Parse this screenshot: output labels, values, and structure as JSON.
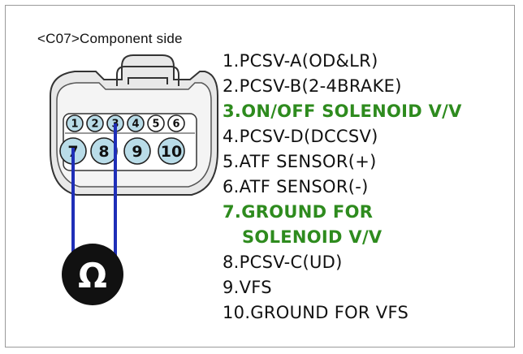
{
  "caption": "<C07>Component side",
  "pins": [
    {
      "number": "1",
      "label": "1.PCSV-A(OD&LR)",
      "highlight": false,
      "fill": "#b9dce8"
    },
    {
      "number": "2",
      "label": "2.PCSV-B(2-4BRAKE)",
      "highlight": false,
      "fill": "#b9dce8"
    },
    {
      "number": "3",
      "label": "3.ON/OFF SOLENOID V/V",
      "highlight": true,
      "fill": "#b9dce8"
    },
    {
      "number": "4",
      "label": "4.PCSV-D(DCCSV)",
      "highlight": false,
      "fill": "#b9dce8"
    },
    {
      "number": "5",
      "label": "5.ATF SENSOR(+)",
      "highlight": false,
      "fill": "#ffffff"
    },
    {
      "number": "6",
      "label": "6.ATF SENSOR(-)",
      "highlight": false,
      "fill": "#ffffff"
    },
    {
      "number": "7",
      "label_line1": "7.GROUND FOR",
      "label_line2": "SOLENOID V/V",
      "highlight": true,
      "fill": "#b9dce8"
    },
    {
      "number": "8",
      "label": "8.PCSV-C(UD)",
      "highlight": false,
      "fill": "#b9dce8"
    },
    {
      "number": "9",
      "label": "9.VFS",
      "highlight": false,
      "fill": "#b9dce8"
    },
    {
      "number": "10",
      "label": "10.GROUND FOR VFS",
      "highlight": false,
      "fill": "#b9dce8"
    }
  ],
  "meter_symbol": "Ω",
  "colors": {
    "highlight_text": "#2e8b1e",
    "probe_wire": "#1f2fb8",
    "pin_fill": "#b9dce8",
    "connector_outline": "#333333",
    "meter_body": "#111111"
  }
}
